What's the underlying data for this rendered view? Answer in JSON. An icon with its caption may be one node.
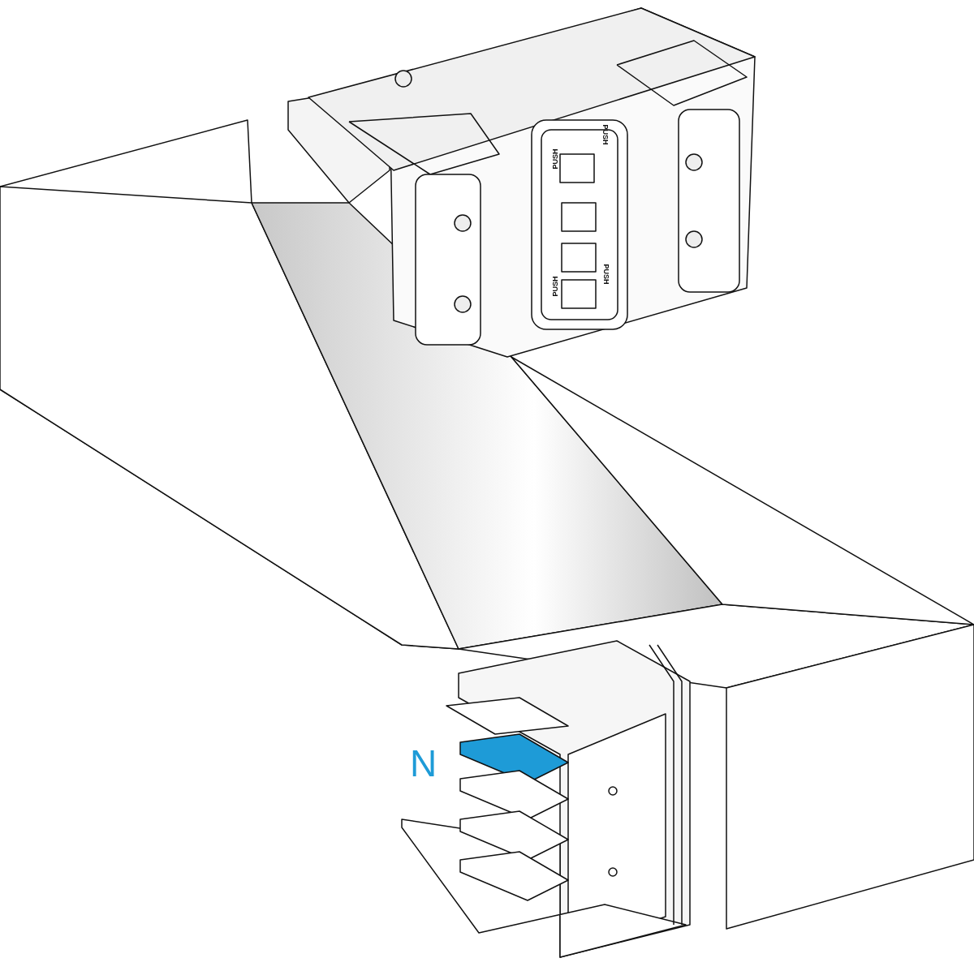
{
  "diagram": {
    "labels": [
      "PUSH",
      "PUSH",
      "PUSH",
      "PUSH",
      "N"
    ]
  }
}
